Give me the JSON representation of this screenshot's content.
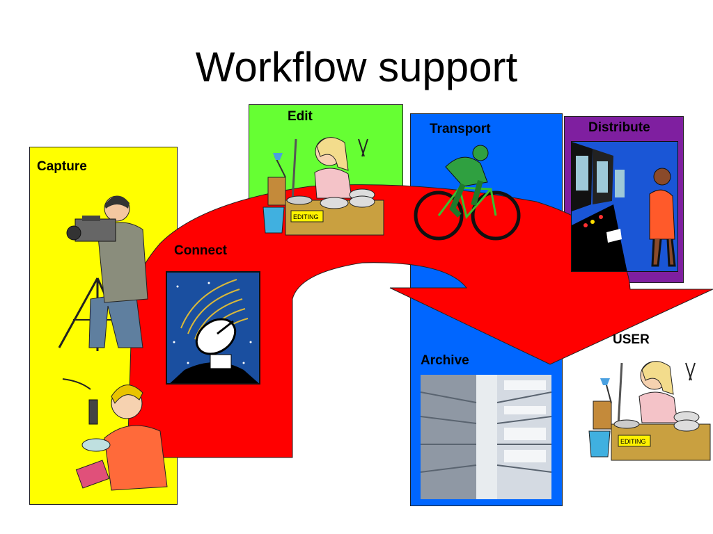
{
  "slide": {
    "title": "Workflow support"
  },
  "stages": {
    "capture": "Capture",
    "connect": "Connect",
    "edit": "Edit",
    "transport": "Transport",
    "distribute": "Distribute",
    "archive": "Archive",
    "user": "USER"
  },
  "clipart": {
    "editing_sign": "EDITING",
    "user_editing_sign": "EDITING"
  },
  "colors": {
    "capture": "#ffff00",
    "edit": "#66ff33",
    "transport": "#0066ff",
    "distribute": "#7f1fa0",
    "arrow": "#ff0000",
    "connect_frame": "#1a4fa0"
  },
  "icons": [
    "cameraman-icon",
    "sound-engineer-icon",
    "satellite-dish-icon",
    "film-editor-icon",
    "cyclist-icon",
    "control-room-icon",
    "archive-shelves-icon",
    "user-editor-icon"
  ]
}
